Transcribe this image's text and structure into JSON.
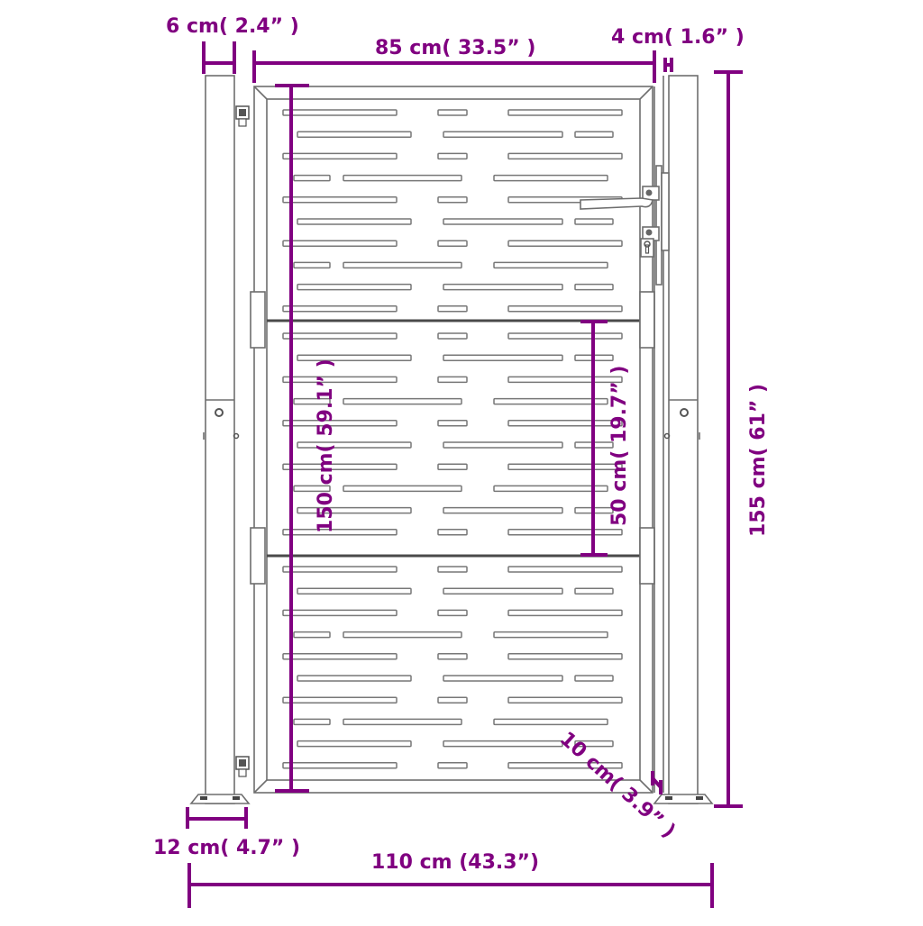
{
  "diagram": {
    "subject": "Garden gate with posts - dimension drawing",
    "accent_color": "#800080",
    "line_color": "#6e6e6e",
    "dimensions": {
      "post_width": "6 cm( 2.4”  )",
      "gate_width": "85 cm( 33.5”  )",
      "gap_width": "4 cm( 1.6”  )",
      "gate_height": "150 cm( 59.1”  )",
      "panel_height": "50 cm( 19.7”  )",
      "post_height": "155 cm( 61”  )",
      "ground_clearance": "10 cm( 3.9”  )",
      "base_plate_width": "12 cm( 4.7”  )",
      "total_width": "110 cm (43.3”)"
    },
    "panels": 3,
    "rows_per_panel": [
      10,
      10,
      10
    ]
  }
}
